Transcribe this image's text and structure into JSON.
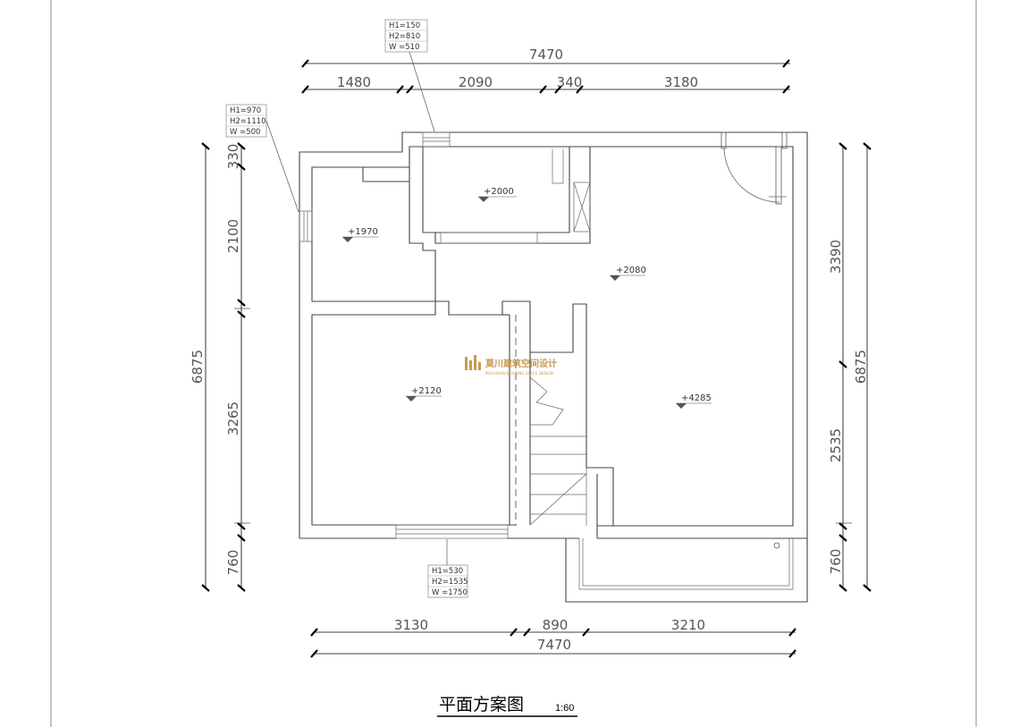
{
  "title": "平面方案图",
  "scale": "1:60",
  "logo": {
    "name": "莫川建筑空间设计",
    "sub": "MOCHUAN BUILDING SPACE DESIGN"
  },
  "top_dims": {
    "total": "7470",
    "segments": [
      "1480",
      "2090",
      "340",
      "3180"
    ]
  },
  "bottom_dims": {
    "total": "7470",
    "segments": [
      "3130",
      "890",
      "3210"
    ]
  },
  "left_dims": {
    "total": "6875",
    "segments": [
      "330",
      "2100",
      "3265",
      "760"
    ]
  },
  "right_dims": {
    "total": "6875",
    "segments": [
      "3390",
      "2535",
      "760"
    ]
  },
  "levels": [
    "+2000",
    "+1970",
    "+2080",
    "+2120",
    "+4285"
  ],
  "window_tags": [
    {
      "h1": "H1=150",
      "h2": "H2=810",
      "w": "W =510"
    },
    {
      "h1": "H1=970",
      "h2": "H2=1110",
      "w": "W =500"
    },
    {
      "h1": "H1=530",
      "h2": "H2=1535",
      "w": "W =1750"
    }
  ]
}
